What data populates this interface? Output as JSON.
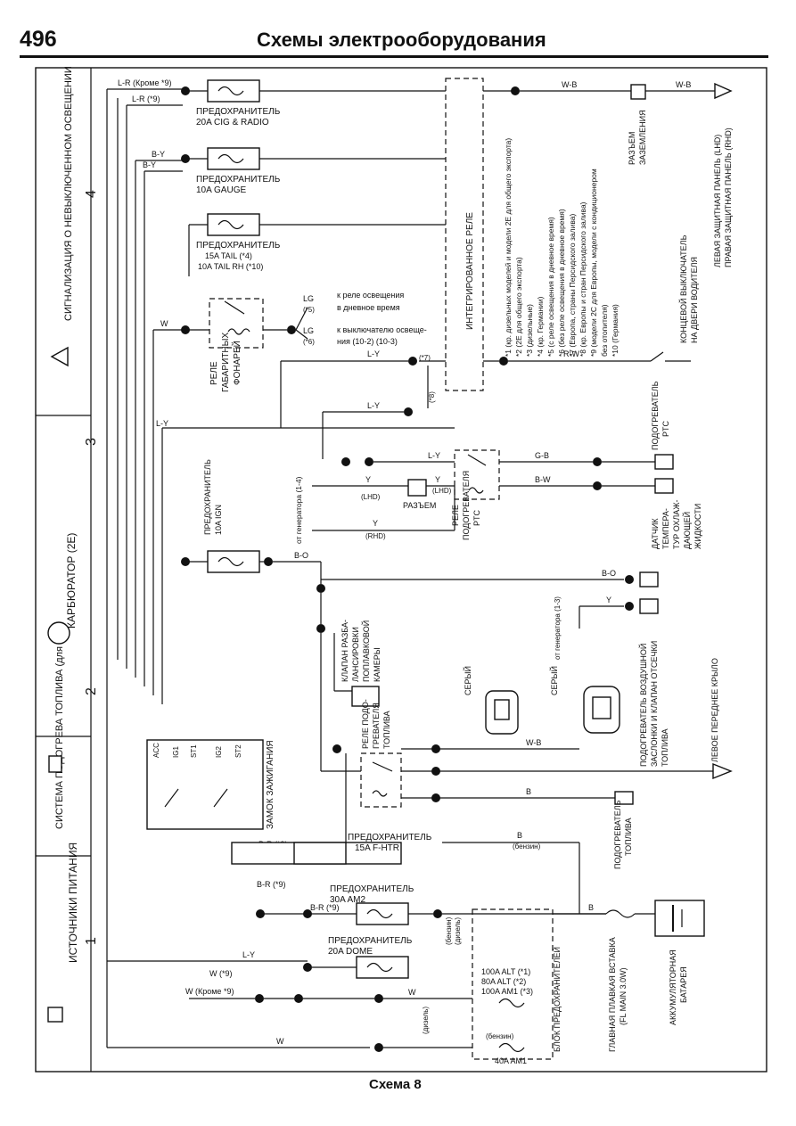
{
  "header": {
    "page_number": "496",
    "title": "Схемы электрооборудования"
  },
  "caption": "Схема 8",
  "sections": [
    {
      "label": "ИСТОЧНИКИ ПИТАНИЯ",
      "number": "1"
    },
    {
      "label": "СИСТЕМА ПОДОГРЕВА ТОПЛИВА (для 2С)",
      "number": "2"
    },
    {
      "label": "КАРБЮРАТОР (2Е)",
      "number": "3"
    },
    {
      "label": "СИГНАЛИЗАЦИЯ О НЕВЫКЛЮЧЕННОМ ОСВЕЩЕНИИ",
      "number": "4"
    }
  ],
  "components": {
    "fuse_cig": [
      "ПРЕДОХРАНИТЕЛЬ",
      "20A CIG & RADIO"
    ],
    "fuse_gauge": [
      "ПРЕДОХРАНИТЕЛЬ",
      "10A GAUGE"
    ],
    "fuse_tail": [
      "ПРЕДОХРАНИТЕЛЬ",
      "15A TAIL (*4)",
      "10A TAIL RH (*10)"
    ],
    "fuse_ign": [
      "ПРЕДОХРАНИТЕЛЬ",
      "10A IGN"
    ],
    "fuse_fhtr": [
      "ПРЕДОХРАНИТЕЛЬ",
      "15A F-HTR"
    ],
    "fuse_am2": [
      "ПРЕДОХРАНИТЕЛЬ",
      "30A AM2"
    ],
    "fuse_dome": [
      "ПРЕДОХРАНИТЕЛЬ",
      "20A DOME"
    ],
    "tail_relay": [
      "РЕЛЕ",
      "ГАБАРИТНЫХ",
      "ФОНАРЕЙ"
    ],
    "integrated_relay": "ИНТЕГРИРОВАННОЕ РЕЛЕ",
    "ground_connector": [
      "РАЗЪЕМ",
      "ЗАЗЕМЛЕНИЯ"
    ],
    "left_panel": [
      "ЛЕВАЯ ЗАЩИТНАЯ ПАНЕЛЬ (LHD)",
      "ПРАВАЯ ЗАЩИТНАЯ ПАНЕЛЬ (RHD)"
    ],
    "door_switch": [
      "КОНЦЕВОЙ ВЫКЛЮЧАТЕЛЬ",
      "НА ДВЕРИ ВОДИТЕЛЯ"
    ],
    "heater_ptc": [
      "ПОДОГРЕВАТЕЛЬ",
      "PTC"
    ],
    "ptc_relay": [
      "РЕЛЕ",
      "ПОДОГРЕВАТЕЛЯ",
      "PTC"
    ],
    "connector": "РАЗЪЕМ",
    "coolant_sensor": [
      "ДАТЧИК",
      "ТЕМПЕРА-",
      "ТУР ОХЛАЖ-",
      "ДАЮЩЕЙ",
      "ЖИДКОСТИ"
    ],
    "float_valve": [
      "КЛАПАН РАЗБА-",
      "ЛАНСИРОВКИ",
      "ПОПЛАВКОВОЙ",
      "КАМЕРЫ"
    ],
    "fuel_heater_relay": [
      "РЕЛЕ ПОДО-",
      "ГРЕВАТЕЛЯ",
      "ТОПЛИВА"
    ],
    "air_heater": [
      "ПОДОГРЕВАТЕЛЬ ВОЗДУШНОЙ",
      "ЗАСЛОНКИ И КЛАПАН ОТСЕЧКИ",
      "ТОПЛИВА"
    ],
    "left_fender": "ЛЕВОЕ ПЕРЕДНЕЕ КРЫЛО",
    "ignition_switch": "ЗАМОК ЗАЖИГАНИЯ",
    "fuel_heater": [
      "ПОДОГРЕВАТЕЛЬ",
      "ТОПЛИВА"
    ],
    "main_fuse": [
      "ГЛАВНАЯ ПЛАВКАЯ ВСТАВКА",
      "(FL MAIN 3.0W)"
    ],
    "battery": [
      "АККУМУЛЯТОРНАЯ",
      "БАТАРЕЯ"
    ],
    "fuse_block": "БЛОК ПРЕДОХРАНИТЕЛЕЙ",
    "fuse_block_items": [
      "100A ALT (*1)",
      "80A ALT (*2)",
      "100A AM1 (*3)",
      "40A AM1"
    ],
    "gray_a": "СЕРЫЙ",
    "gray_b": "СЕРЫЙ",
    "daytime_relay": [
      "к реле освещения",
      "в дневное время"
    ],
    "light_switch": [
      "к выключателю освеще-",
      "ния (10-2) (10-3)"
    ],
    "from_generator": "от генератора (1-4)",
    "from_generator2": "от генератора (1-3)"
  },
  "notes": [
    "*1 (кр. дизельных моделей и модели 2Е для общего экспорта)",
    "*2 (2Е для общего экспорта)",
    "*3 (дизельные)",
    "*4 (кр. Германии)",
    "*5 (с реле освещения в дневное время)",
    "*6 (без реле освещения в дневное время)",
    "*7 (Европа, страны Персидского залива)",
    "*8 (кр. Европы и стран Персидского залива)",
    "*9 (модели 2С для Европы, модели с кондиционером",
    "без отопителя)",
    "*10 (Германия)"
  ],
  "wire_labels": {
    "lr": "L-R (Кроме *9)",
    "lr2": "L-R (*9)",
    "by": "B-Y",
    "w": "W",
    "wb": "W-B",
    "lg": "LG",
    "ly": "L-Y",
    "bo": "B-O",
    "y": "Y",
    "gb": "G-B",
    "bw": "B-W",
    "b": "B",
    "br": "B-R (*9)",
    "rw": "R-W",
    "lhd": "(LHD)",
    "rhd": "(RHD)",
    "benz": "(бензин)",
    "diz": "(дизель)",
    "wnot9": "W (Кроме *9)",
    "w9": "W (*9)",
    "x5": "(*5)",
    "x6": "(*6)",
    "x7": "(*7)",
    "x8": "(*8)"
  }
}
